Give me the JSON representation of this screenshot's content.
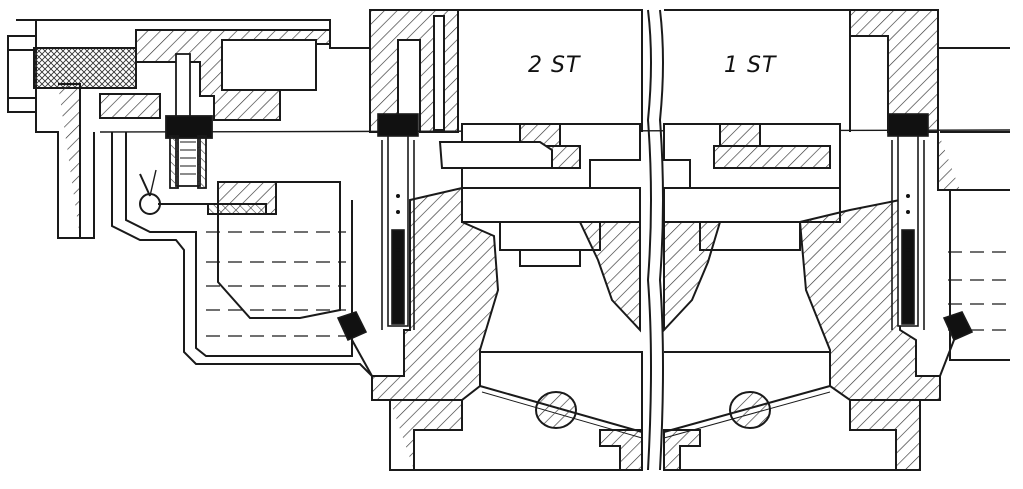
{
  "diagram": {
    "stages": [
      {
        "id": "2st",
        "label": "2 ST"
      },
      {
        "id": "1st",
        "label": "1 ST"
      }
    ],
    "colors": {
      "ink": "#1a1a1a",
      "paper": "#ffffff",
      "hatch": "#333333"
    },
    "parts": [
      "float-chamber",
      "fuel-inlet-filter",
      "float-needle-valve",
      "float",
      "fuel-level",
      "emulsion-tube-left",
      "emulsion-tube-right",
      "venturi-left",
      "venturi-right",
      "throttle-valve-left",
      "throttle-valve-right",
      "main-jet-left",
      "main-jet-right"
    ]
  }
}
